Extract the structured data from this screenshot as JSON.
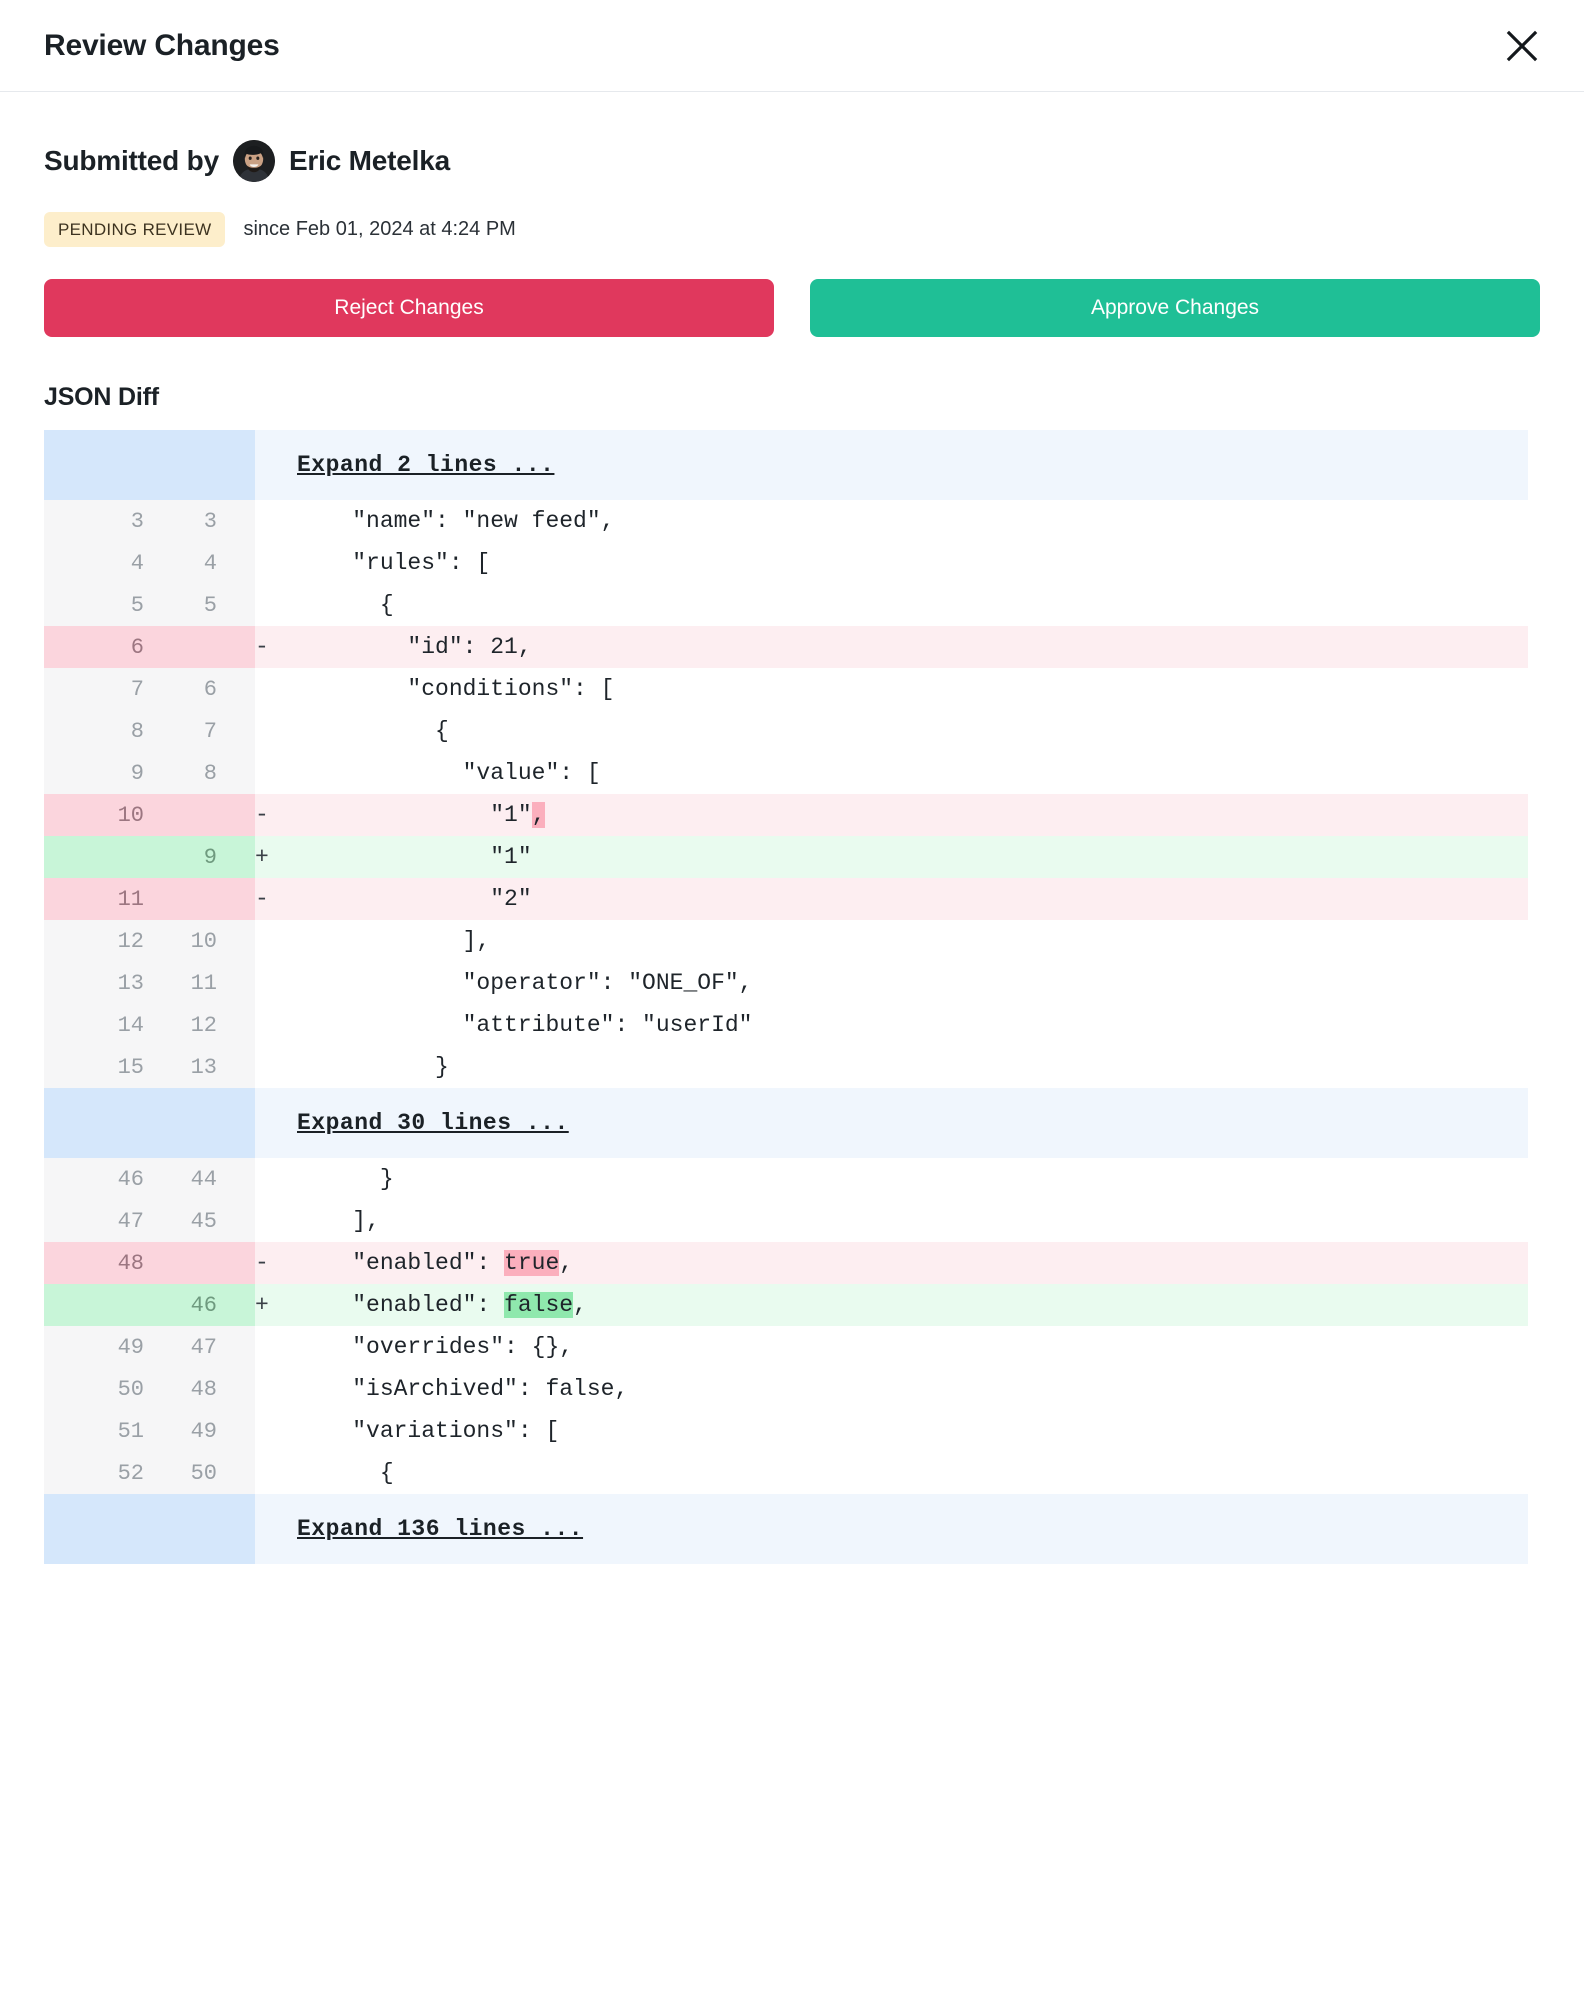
{
  "header": {
    "title": "Review Changes",
    "close_icon": "close-icon"
  },
  "submitted": {
    "label": "Submitted by",
    "name": "Eric Metelka"
  },
  "status": {
    "badge": "PENDING REVIEW",
    "since": "since Feb 01, 2024 at 4:24 PM"
  },
  "actions": {
    "reject_label": "Reject Changes",
    "approve_label": "Approve Changes",
    "reject_color": "#e0385d",
    "approve_color": "#1fbf96"
  },
  "diff": {
    "section_title": "JSON Diff",
    "rows": [
      {
        "type": "expand",
        "old": "",
        "new": "",
        "marker": "",
        "code": "",
        "expand_label": "Expand 2 lines ..."
      },
      {
        "type": "ctx",
        "old": "3",
        "new": "3",
        "marker": "",
        "code": "    \"name\": \"new feed\","
      },
      {
        "type": "ctx",
        "old": "4",
        "new": "4",
        "marker": "",
        "code": "    \"rules\": ["
      },
      {
        "type": "ctx",
        "old": "5",
        "new": "5",
        "marker": "",
        "code": "      {"
      },
      {
        "type": "del",
        "old": "6",
        "new": "",
        "marker": "-",
        "code": "        \"id\": 21,"
      },
      {
        "type": "ctx",
        "old": "7",
        "new": "6",
        "marker": "",
        "code": "        \"conditions\": ["
      },
      {
        "type": "ctx",
        "old": "8",
        "new": "7",
        "marker": "",
        "code": "          {"
      },
      {
        "type": "ctx",
        "old": "9",
        "new": "8",
        "marker": "",
        "code": "            \"value\": ["
      },
      {
        "type": "del",
        "old": "10",
        "new": "",
        "marker": "-",
        "code": "              \"1\"",
        "word_suffix": ",",
        "word_type": "del"
      },
      {
        "type": "add",
        "old": "",
        "new": "9",
        "marker": "+",
        "code": "              \"1\""
      },
      {
        "type": "del",
        "old": "11",
        "new": "",
        "marker": "-",
        "code": "              \"2\""
      },
      {
        "type": "ctx",
        "old": "12",
        "new": "10",
        "marker": "",
        "code": "            ],"
      },
      {
        "type": "ctx",
        "old": "13",
        "new": "11",
        "marker": "",
        "code": "            \"operator\": \"ONE_OF\","
      },
      {
        "type": "ctx",
        "old": "14",
        "new": "12",
        "marker": "",
        "code": "            \"attribute\": \"userId\""
      },
      {
        "type": "ctx",
        "old": "15",
        "new": "13",
        "marker": "",
        "code": "          }"
      },
      {
        "type": "expand",
        "old": "",
        "new": "",
        "marker": "",
        "code": "",
        "expand_label": "Expand 30 lines ..."
      },
      {
        "type": "ctx",
        "old": "46",
        "new": "44",
        "marker": "",
        "code": "      }"
      },
      {
        "type": "ctx",
        "old": "47",
        "new": "45",
        "marker": "",
        "code": "    ],"
      },
      {
        "type": "del",
        "old": "48",
        "new": "",
        "marker": "-",
        "code": "    \"enabled\": ",
        "word_mid": "true",
        "word_type": "del",
        "code_tail": ","
      },
      {
        "type": "add",
        "old": "",
        "new": "46",
        "marker": "+",
        "code": "    \"enabled\": ",
        "word_mid": "false",
        "word_type": "add",
        "code_tail": ","
      },
      {
        "type": "ctx",
        "old": "49",
        "new": "47",
        "marker": "",
        "code": "    \"overrides\": {},"
      },
      {
        "type": "ctx",
        "old": "50",
        "new": "48",
        "marker": "",
        "code": "    \"isArchived\": false,"
      },
      {
        "type": "ctx",
        "old": "51",
        "new": "49",
        "marker": "",
        "code": "    \"variations\": ["
      },
      {
        "type": "ctx",
        "old": "52",
        "new": "50",
        "marker": "",
        "code": "      {"
      },
      {
        "type": "expand",
        "old": "",
        "new": "",
        "marker": "",
        "code": "",
        "expand_label": "Expand 136 lines ..."
      }
    ]
  }
}
